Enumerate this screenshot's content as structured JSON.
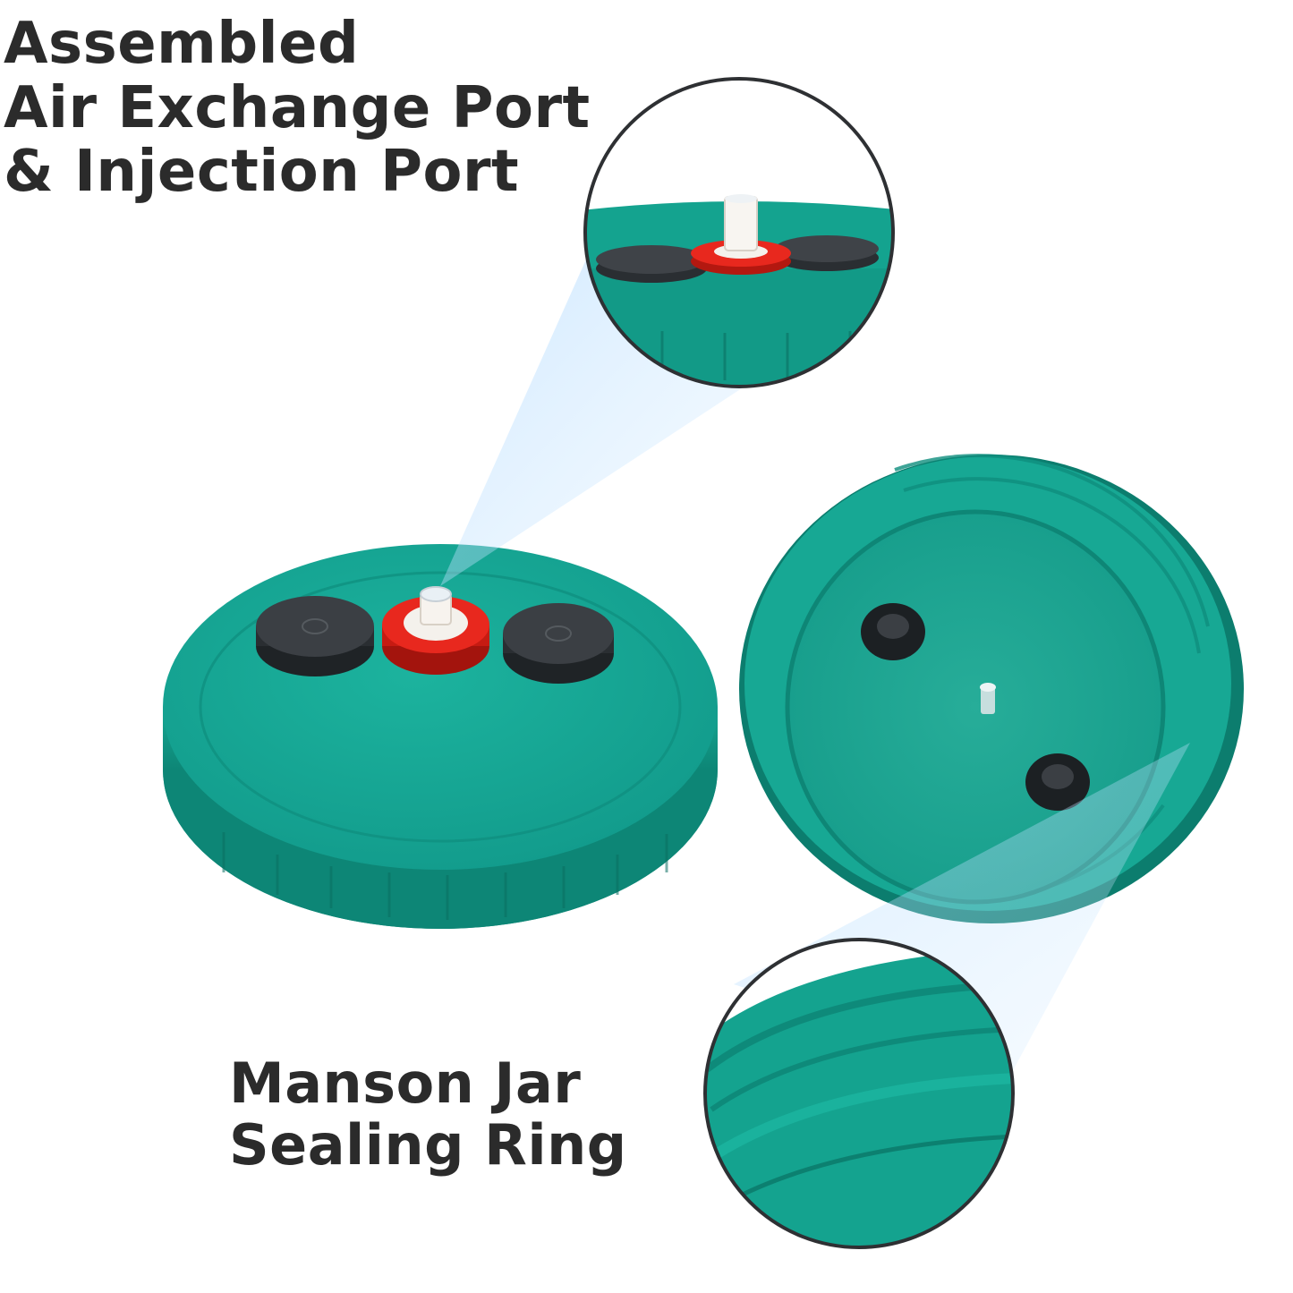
{
  "captions": {
    "top": [
      "Assembled",
      "Air Exchange Port",
      "& Injection Port"
    ],
    "bottom": [
      "Manson Jar",
      "Sealing Ring"
    ]
  },
  "colors": {
    "lid": "#14a38f",
    "lid_shadow": "#0c7d6e",
    "text": "#2b2b2b",
    "filter_red": "#e8281e",
    "port_grommet": "#3b3f44",
    "spotlight": "#bfe3ff"
  }
}
